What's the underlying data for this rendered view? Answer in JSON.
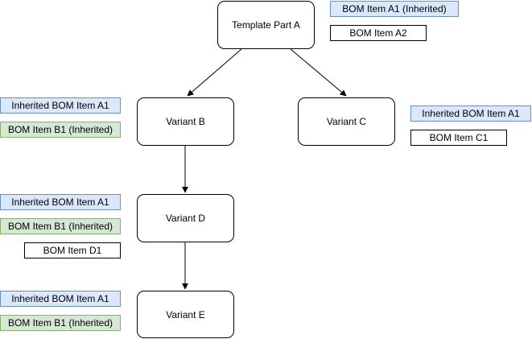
{
  "nodes": {
    "template_a": "Template Part A",
    "variant_b": "Variant B",
    "variant_c": "Variant C",
    "variant_d": "Variant D",
    "variant_e": "Variant E"
  },
  "bom": {
    "a1_inherited": "BOM Item A1 (Inherited)",
    "a2": "BOM Item A2",
    "inherited_a1": "Inherited BOM Item A1",
    "b1_inherited": "BOM Item B1 (Inherited)",
    "c1": "BOM Item C1",
    "d1": "BOM Item D1"
  },
  "colors": {
    "inherited_fill": "#dae8fc",
    "inherited_border": "#6c8ebf",
    "b1_fill": "#d5e8d4",
    "b1_border": "#82b366"
  }
}
